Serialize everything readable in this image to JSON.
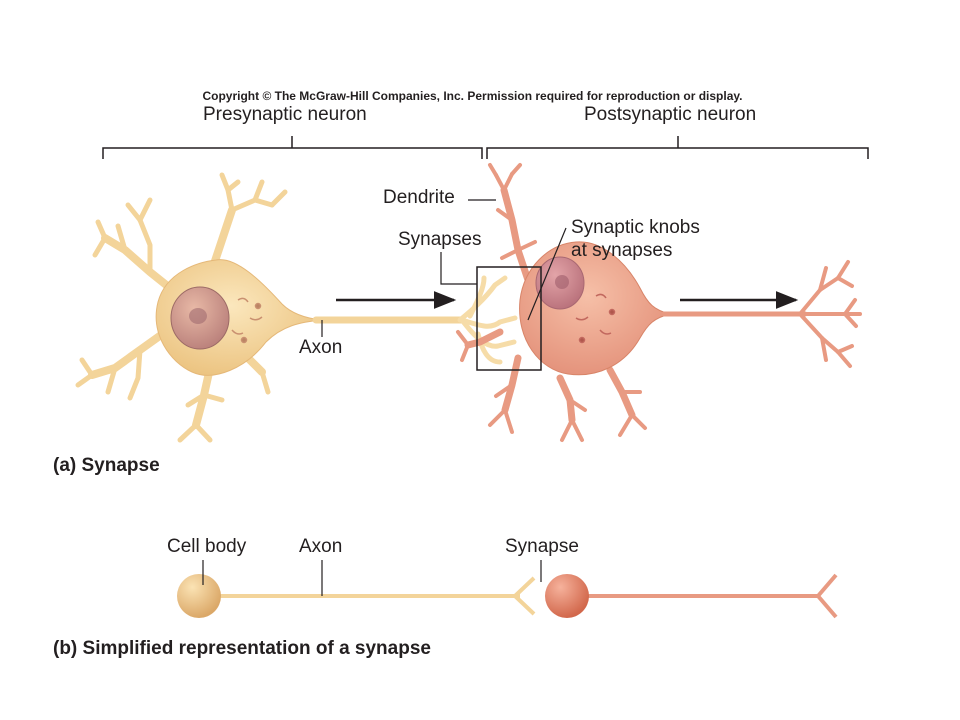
{
  "copyright": "Copyright © The McGraw-Hill Companies, Inc. Permission required for reproduction or display.",
  "panel_a": {
    "presynaptic_label": "Presynaptic neuron",
    "postsynaptic_label": "Postsynaptic neuron",
    "dendrite_label": "Dendrite",
    "synapses_label": "Synapses",
    "knobs_label_line1": "Synaptic knobs",
    "knobs_label_line2": "at synapses",
    "axon_label": "Axon",
    "caption": "(a) Synapse"
  },
  "panel_b": {
    "cell_body_label": "Cell body",
    "axon_label": "Axon",
    "synapse_label": "Synapse",
    "caption": "(b) Simplified representation of a synapse"
  },
  "colors": {
    "presynaptic_fill": "#f6d9a0",
    "postsynaptic_fill": "#eda48f",
    "line": "#231f20"
  }
}
